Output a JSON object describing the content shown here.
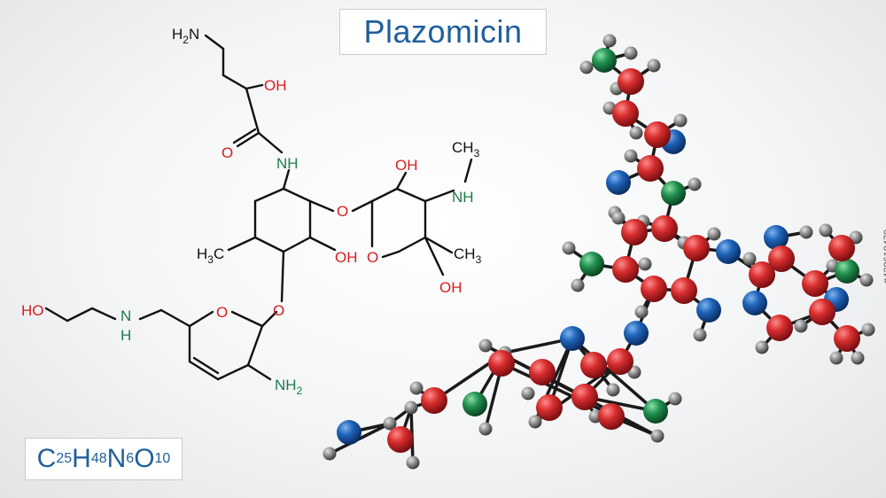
{
  "title": "Plazomicin",
  "formula": {
    "C": "C",
    "C_n": "25",
    "H": "H",
    "H_n": "48",
    "N": "N",
    "N_n": "6",
    "O": "O",
    "O_n": "10"
  },
  "stock_id": "#438618470",
  "labels": {
    "h2n_top": "H",
    "h2n_top_sub": "2",
    "h2n_top_n": "N",
    "oh_1": "OH",
    "o_carbonyl": "O",
    "nh_amide": "NH",
    "ch3_top": "CH",
    "ch3_top_sub": "3",
    "nh_methyl": "NH",
    "oh_2": "OH",
    "o_glyco_1": "O",
    "o_ring_2": "O",
    "ch3_right": "CH",
    "ch3_right_sub": "3",
    "oh_3": "OH",
    "oh_4": "OH",
    "h3c_left": "H",
    "h3c_left_sub": "3",
    "h3c_left_c": "C",
    "o_glyco_2": "O",
    "o_ring_3": "O",
    "ho_left": "HO",
    "nh_linker": "N",
    "nh_linker_h": "H",
    "nh2_bottom": "NH",
    "nh2_bottom_sub": "2"
  },
  "colors": {
    "carbon": "#c8262d",
    "nitrogen_blue": "#1b5fae",
    "nitrogen_green": "#1e7a3c",
    "hydrogen": "#8a8a8a",
    "title": "#1f5f9a",
    "oxygen_label": "#d81e1e",
    "nitrogen_label": "#1e7a4a"
  }
}
